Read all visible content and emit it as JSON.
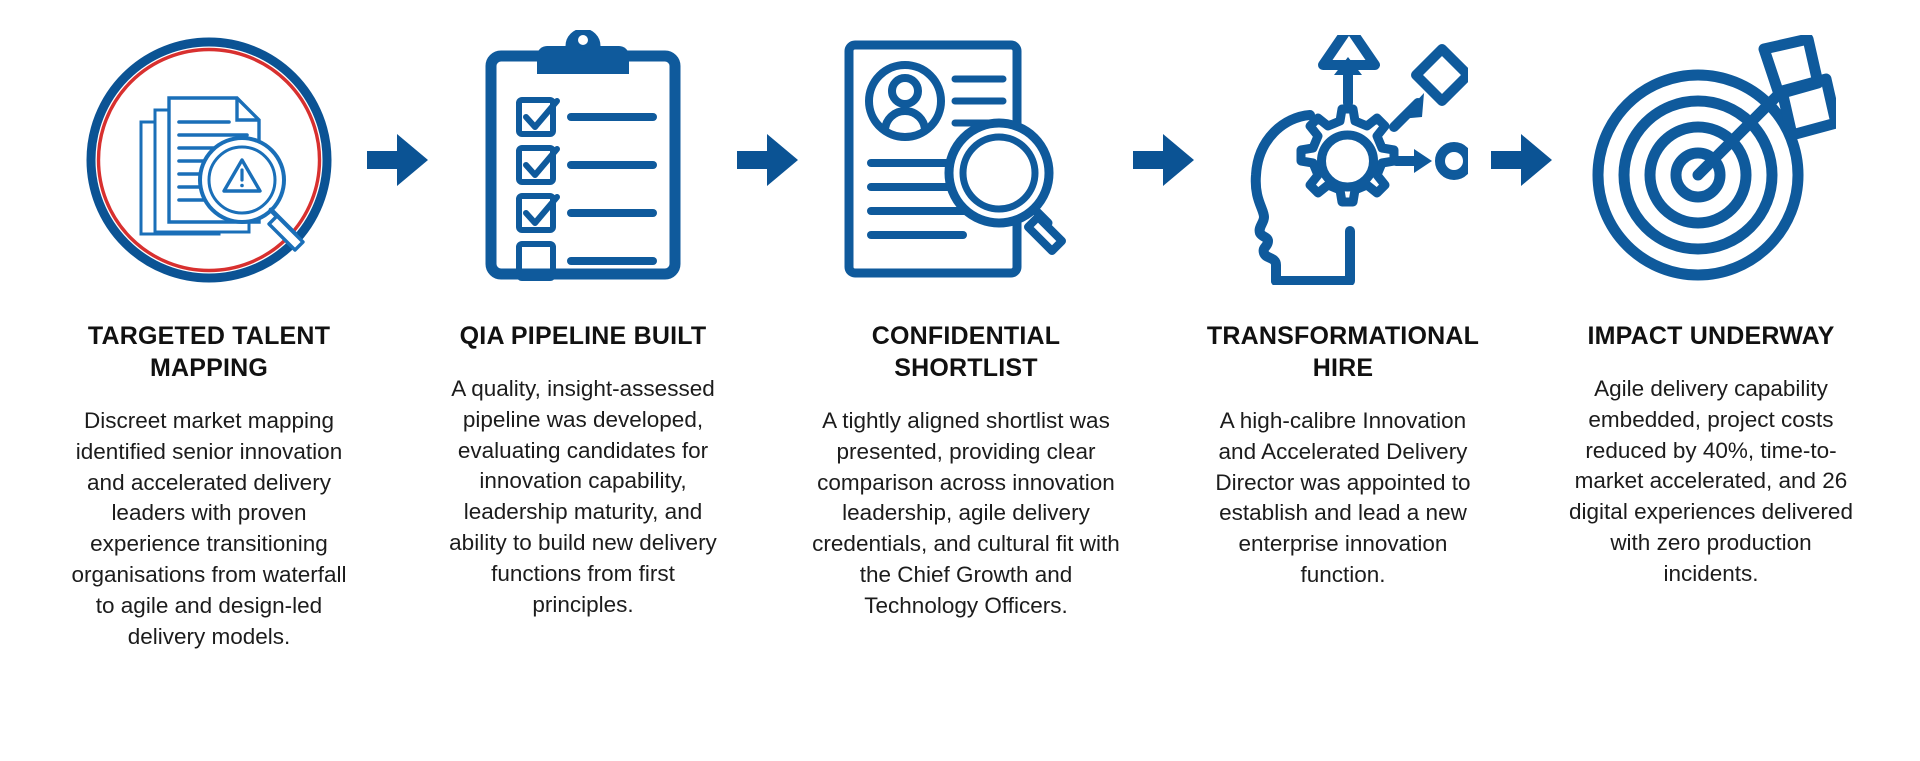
{
  "colors": {
    "brand_blue": "#0b5394",
    "accent_red": "#d8302f",
    "icon_blue": "#0f5a9c",
    "text_dark": "#111111",
    "background": "#ffffff"
  },
  "steps": [
    {
      "id": "targeted-talent-mapping",
      "icon": "documents-magnifier-warning-icon",
      "title": "TARGETED TALENT MAPPING",
      "body": "Discreet market mapping identified senior innovation and accelerated delivery leaders with proven experience transitioning organisations from waterfall to agile and design-led delivery models."
    },
    {
      "id": "qia-pipeline-built",
      "icon": "clipboard-checklist-icon",
      "title": "QIA PIPELINE BUILT",
      "body": "A quality, insight-assessed pipeline was developed, evaluating candidates for innovation capability, leadership maturity, and ability to build new delivery functions from first principles."
    },
    {
      "id": "confidential-shortlist",
      "icon": "resume-profile-magnifier-icon",
      "title": "CONFIDENTIAL SHORTLIST",
      "body": "A tightly aligned shortlist was presented, providing clear comparison across innovation leadership, agile delivery credentials, and cultural fit with the Chief Growth and Technology Officers."
    },
    {
      "id": "transformational-hire",
      "icon": "head-gear-innovation-icon",
      "title": "TRANSFORMATIONAL HIRE",
      "body": "A high-calibre Innovation and Accelerated Delivery Director was appointed to establish and lead a new enterprise innovation function."
    },
    {
      "id": "impact-underway",
      "icon": "target-dart-bullseye-icon",
      "title": "IMPACT UNDERWAY",
      "body": "Agile delivery capability embedded, project costs reduced by 40%, time-to-market accelerated, and 26 digital experiences delivered with zero production incidents."
    }
  ],
  "connectors": [
    {
      "id": "arrow-1",
      "icon": "right-arrow-icon"
    },
    {
      "id": "arrow-2",
      "icon": "right-arrow-icon"
    },
    {
      "id": "arrow-3",
      "icon": "right-arrow-icon"
    },
    {
      "id": "arrow-4",
      "icon": "right-arrow-icon"
    }
  ]
}
